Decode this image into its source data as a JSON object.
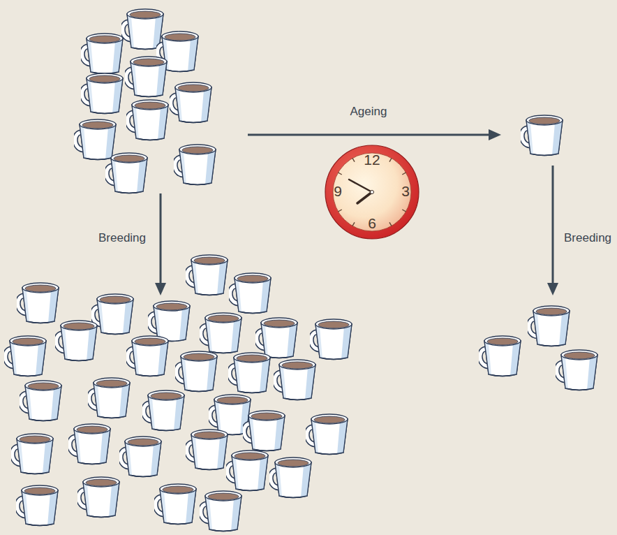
{
  "diagram": {
    "labels": [
      "Ageing",
      "Breeding",
      "Breeding",
      "12",
      "9",
      "3",
      "6"
    ]
  }
}
